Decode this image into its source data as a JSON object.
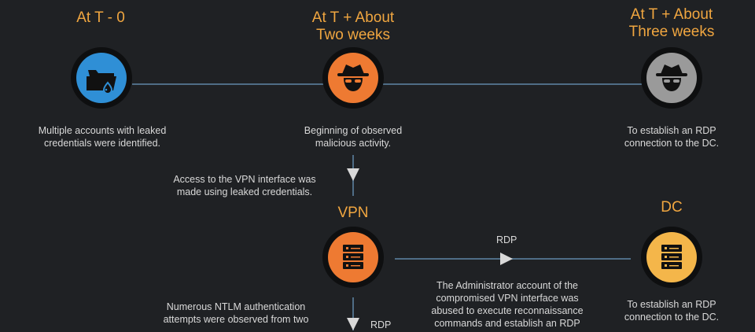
{
  "stages": {
    "t0": {
      "title": "At T - 0",
      "desc": "Multiple accounts with leaked\ncredentials were identified."
    },
    "t2": {
      "title": "At T + About\nTwo weeks",
      "desc": "Beginning of observed\nmalicious activity."
    },
    "t3": {
      "title": "At T + About\nThree weeks",
      "desc": "To establish an RDP\nconnection to the DC."
    }
  },
  "flow": {
    "vpn_access_desc": "Access to the VPN interface was\nmade using leaked credentials.",
    "vpn_title": "VPN",
    "dc_title": "DC",
    "rdp_label_horizontal": "RDP",
    "rdp_label_vertical": "RDP",
    "admin_desc": "The Administrator account of the\ncompromised VPN interface was\nabused to execute reconnaissance\ncommands and establish an RDP",
    "dc_desc": "To establish an RDP\nconnection to the DC.",
    "ntlm_desc": "Numerous NTLM authentication\nattempts were observed from two"
  },
  "colors": {
    "background": "#1f2124",
    "accent_orange": "#f0a640",
    "node_blue": "#2f8fd6",
    "node_orange": "#ee7a32",
    "node_grey": "#9a9a9a",
    "node_yellow": "#f4b64a",
    "connector": "#4f6d86"
  },
  "icons": {
    "t0": "folder-leak-icon",
    "t2": "hacker-icon",
    "t3": "hacker-icon",
    "vpn": "server-icon",
    "dc": "server-icon"
  }
}
